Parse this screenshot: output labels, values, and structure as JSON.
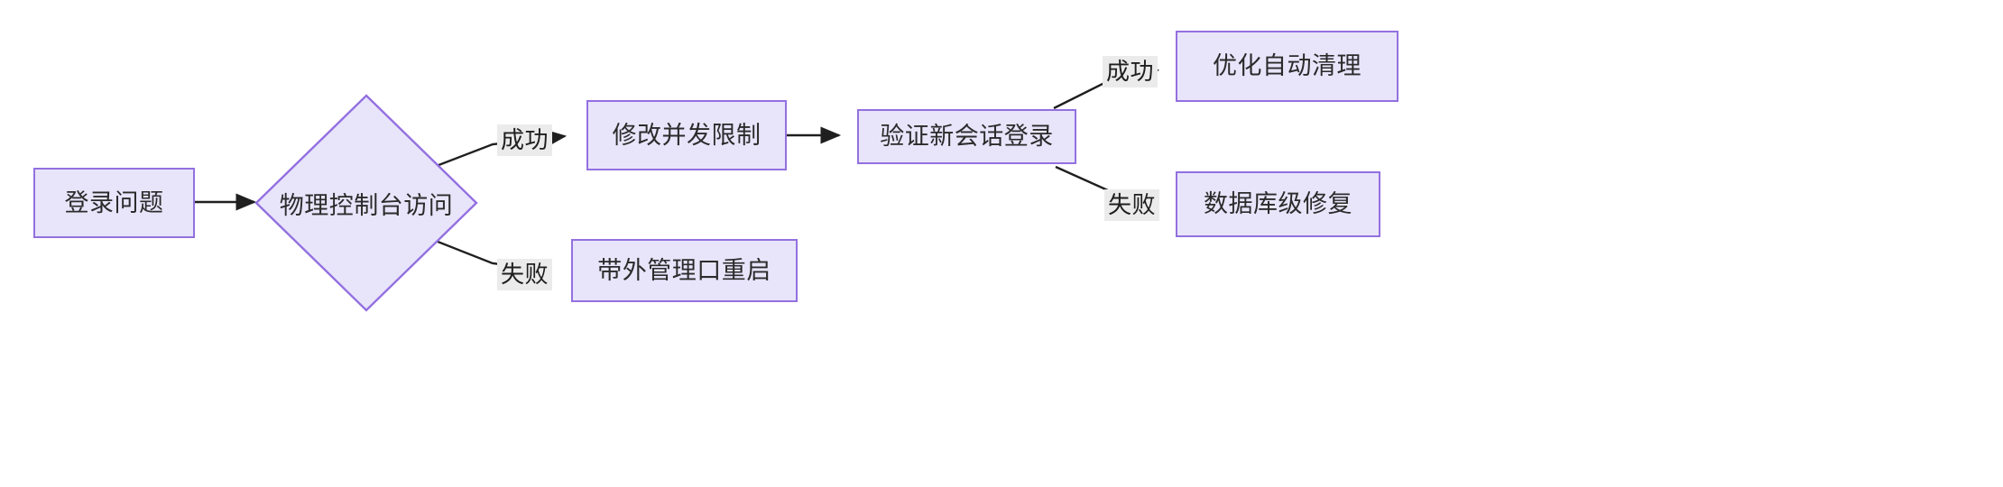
{
  "diagram": {
    "type": "flowchart",
    "direction": "left-to-right",
    "background": "#ffffff",
    "node_fill": "#e8e5fb",
    "node_stroke": "#9370e0",
    "edge_color": "#1f1f1f",
    "edge_label_background": "#ebebeb",
    "text_color": "#2b2b2b"
  },
  "nodes": {
    "start": {
      "label": "登录问题",
      "shape": "rectangle"
    },
    "decision": {
      "label": "物理控制台访问",
      "shape": "diamond"
    },
    "modify_limit": {
      "label": "修改并发限制",
      "shape": "rectangle"
    },
    "oob_restart": {
      "label": "带外管理口重启",
      "shape": "rectangle"
    },
    "verify_login": {
      "label": "验证新会话登录",
      "shape": "rectangle"
    },
    "optimize_cleanup": {
      "label": "优化自动清理",
      "shape": "rectangle"
    },
    "db_repair": {
      "label": "数据库级修复",
      "shape": "rectangle"
    }
  },
  "edges": [
    {
      "id": "e1",
      "from": "start",
      "to": "decision",
      "label": ""
    },
    {
      "id": "e2",
      "from": "decision",
      "to": "modify_limit",
      "label": "成功"
    },
    {
      "id": "e3",
      "from": "decision",
      "to": "oob_restart",
      "label": "失败"
    },
    {
      "id": "e4",
      "from": "modify_limit",
      "to": "verify_login",
      "label": ""
    },
    {
      "id": "e5",
      "from": "verify_login",
      "to": "optimize_cleanup",
      "label": "成功"
    },
    {
      "id": "e6",
      "from": "verify_login",
      "to": "db_repair",
      "label": "失败"
    }
  ],
  "edge_labels": {
    "decision_success": "成功",
    "decision_failure": "失败",
    "verify_success": "成功",
    "verify_failure": "失败"
  }
}
